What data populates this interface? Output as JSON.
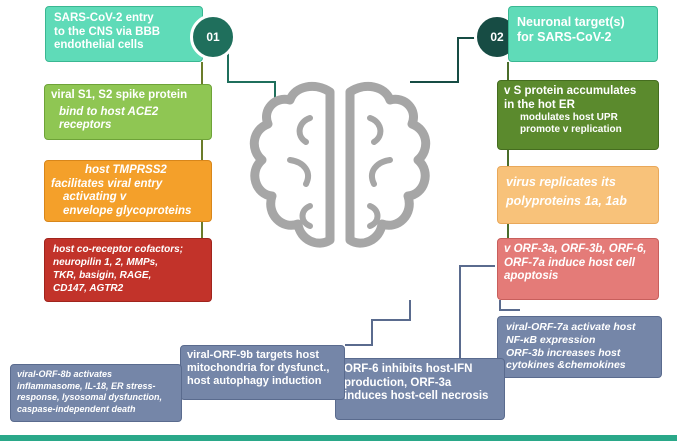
{
  "left": {
    "badge": "01",
    "entry": [
      "SARS-CoV-2 entry",
      "to the CNS via BBB",
      "endothelial cells"
    ],
    "spike": [
      "viral S1, S2 spike protein",
      "bind to host ACE2",
      "receptors"
    ],
    "tmprss2": [
      "host TMPRSS2",
      "facilitates viral entry",
      "activating v",
      "envelope glycoproteins"
    ],
    "coreceptor": [
      "host co-receptor cofactors;",
      "neuropilin 1, 2, MMPs,",
      "TKR, basigin, RAGE,",
      "CD147, AGTR2"
    ]
  },
  "right": {
    "badge": "02",
    "target": [
      "Neuronal target(s)",
      "for SARS-CoV-2"
    ],
    "er": [
      "v S protein accumulates",
      "in the hot ER",
      "modulates host UPR",
      "promote v replication"
    ],
    "replicates": [
      "virus replicates its",
      "polyproteins 1a, 1ab"
    ],
    "orf_apoptosis": [
      "v ORF-3a, ORF-3b, ORF-6,",
      "ORF-7a induce host cell",
      "apoptosis"
    ],
    "orf7a": [
      "viral-ORF-7a activate host",
      "NF-κB expression",
      "ORF-3b increases host",
      "cytokines &chemokines"
    ]
  },
  "bottom": {
    "orf6": [
      "ORF-6 inhibits host-IFN",
      "production, ORF-3a",
      "induces host-cell necrosis"
    ],
    "orf9b": [
      "viral-ORF-9b targets host",
      "mitochondria for dysfunct.,",
      "host autophagy induction"
    ],
    "orf8b": [
      "viral-ORF-8b activates",
      "inflammasome, IL-18, ER stress-",
      "response, lysosomal dysfunction,",
      "caspase-independent death"
    ]
  },
  "colors": {
    "teal": "#5fdbb8",
    "green": "#8fc653",
    "dark_green": "#5b8a2d",
    "orange": "#f4a02a",
    "peach": "#f8c27a",
    "red": "#c2332a",
    "pink": "#e47b78",
    "slate": "#7586a8",
    "badge_left": "#1f6f5c",
    "badge_right": "#174c44",
    "brain_outline": "#a6a6a6"
  },
  "icons": [
    "brain-left-hemisphere-icon",
    "brain-right-hemisphere-icon"
  ]
}
